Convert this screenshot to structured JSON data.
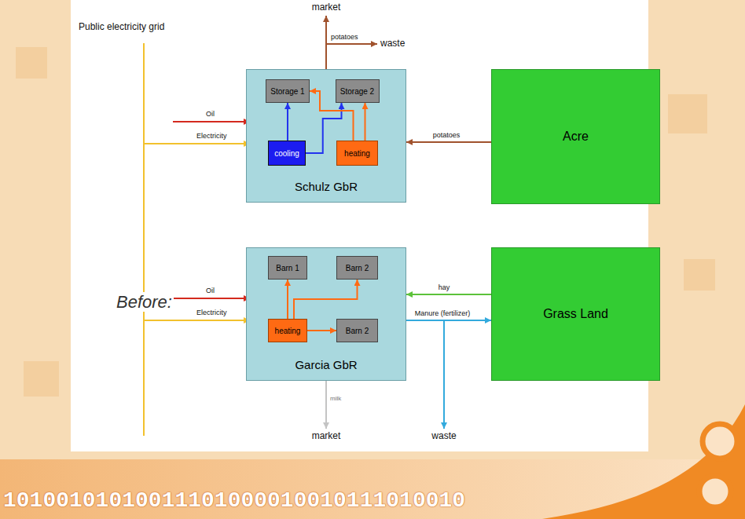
{
  "diagram": {
    "nodes": [
      {
        "text": [
          "Schulz GbR"
        ]
      },
      {
        "text": [
          "Storage 1"
        ],
        "in": 0
      },
      {
        "text": [
          "Storage 2"
        ],
        "in": 0
      },
      {
        "text": [
          "cooling"
        ],
        "in": 0
      },
      {
        "text": [
          "heating"
        ],
        "in": 0
      },
      {
        "text": [
          "Acre"
        ]
      },
      {
        "text": [
          "Garcia GbR"
        ]
      },
      {
        "text": [
          "Barn 1"
        ],
        "in": 6
      },
      {
        "text": [
          "Barn 2"
        ],
        "in": 6
      },
      {
        "text": [
          "heating"
        ],
        "in": 6
      },
      {
        "text": [
          "Barn 2"
        ],
        "in": 6
      },
      {
        "text": [
          "Grass Land"
        ]
      }
    ],
    "edges": [
      {
        "from": 5,
        "to": 0,
        "label": "potatoes",
        "arrow": "to"
      },
      {
        "from": 3,
        "to": 1,
        "arrow": "to"
      },
      {
        "from": 3,
        "to": 2,
        "arrow": "to"
      },
      {
        "from": 4,
        "to": 1,
        "arrow": "to"
      },
      {
        "from": 4,
        "to": 2,
        "arrow": "to"
      },
      {
        "from": 11,
        "to": 6,
        "label": "hay",
        "arrow": "to"
      },
      {
        "from": 6,
        "to": 11,
        "label": "Manure (fertilizer)",
        "arrow": "to"
      },
      {
        "from": 9,
        "to": 7,
        "arrow": "to"
      },
      {
        "from": 9,
        "to": 8,
        "arrow": "to"
      },
      {
        "from": 9,
        "to": 10,
        "arrow": "to"
      }
    ],
    "labels": [
      "Public electricity grid",
      "market",
      "potatoes",
      "waste",
      "Oil",
      "Electricity",
      "Before:",
      "Oil",
      "Electricity",
      "milk",
      "market",
      "waste",
      "10100101010011101000010010111010010"
    ]
  }
}
